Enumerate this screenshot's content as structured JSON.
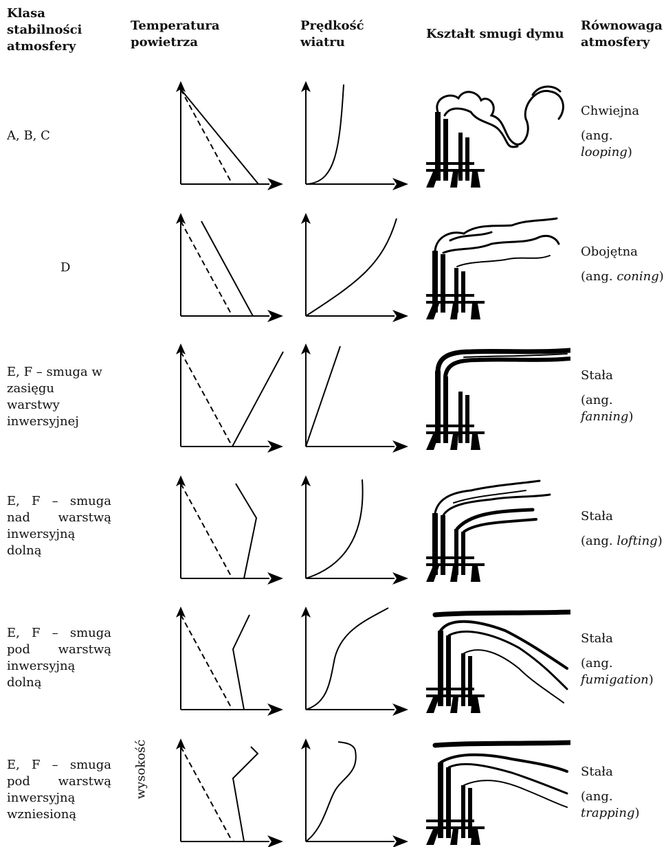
{
  "headers": {
    "class": [
      "Klasa",
      "stabilności",
      "atmosfery"
    ],
    "temperature": [
      "Temperatura",
      "powietrza"
    ],
    "wind": [
      "Prędkość",
      "wiatru"
    ],
    "plume": [
      "Kształt smugi dymu"
    ],
    "equilibrium": [
      "Równowaga",
      "atmosfery"
    ]
  },
  "rows": [
    {
      "class_lines": [
        "A, B, C"
      ],
      "equilibrium": "Chwiejna",
      "eng_prefix": "(ang.",
      "eng_term": "looping",
      "eng_suffix": ")",
      "smoke_type": "looping-plume-icon"
    },
    {
      "class_lines": [
        "D"
      ],
      "equilibrium": "Obojętna",
      "eng_prefix": "(ang.",
      "eng_term": "coning",
      "eng_suffix": ")",
      "smoke_type": "coning-plume-icon"
    },
    {
      "class_lines": [
        "E, F – smuga w",
        "zasięgu",
        "warstwy",
        "inwersyjnej"
      ],
      "equilibrium": "Stała",
      "eng_prefix": "(ang.",
      "eng_term": "fanning",
      "eng_suffix": ")",
      "smoke_type": "fanning-plume-icon"
    },
    {
      "class_lines": [
        "E, F – smuga",
        "nad warstwą",
        "inwersyjną",
        "dolną"
      ],
      "equilibrium": "Stała",
      "eng_prefix": "(ang.",
      "eng_term": "lofting",
      "eng_suffix": ")",
      "smoke_type": "lofting-plume-icon"
    },
    {
      "class_lines": [
        "E, F – smuga",
        "pod warstwą",
        "inwersyjną",
        "dolną"
      ],
      "equilibrium": "Stała",
      "eng_prefix": "(ang.",
      "eng_term": "fumigation",
      "eng_suffix": ")",
      "smoke_type": "fumigation-plume-icon"
    },
    {
      "class_lines": [
        "E, F – smuga",
        "pod warstwą",
        "inwersyjną",
        "wzniesioną"
      ],
      "equilibrium": "Stała",
      "eng_prefix": "(ang.",
      "eng_term": "trapping",
      "eng_suffix": ")",
      "smoke_type": "trapping-plume-icon"
    }
  ],
  "y_axis_label": "wysokość"
}
